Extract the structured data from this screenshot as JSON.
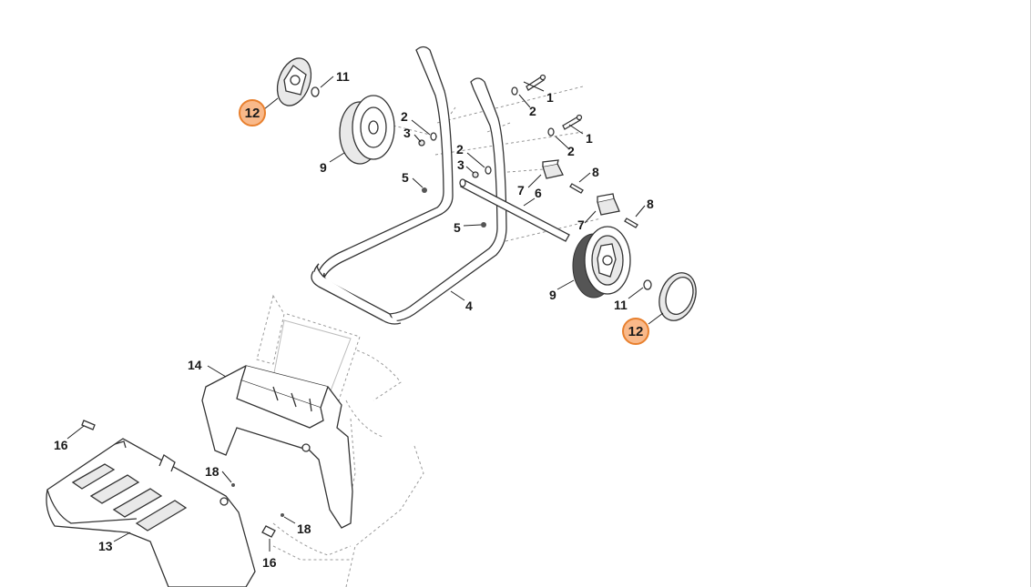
{
  "diagram": {
    "highlight_color": "#f9b98a",
    "highlight_border": "#e8802e",
    "callouts": [
      {
        "id": "c11a",
        "label": "11"
      },
      {
        "id": "c12a",
        "label": "12",
        "highlight": true
      },
      {
        "id": "c2a",
        "label": "2"
      },
      {
        "id": "c3a",
        "label": "3"
      },
      {
        "id": "c9a",
        "label": "9"
      },
      {
        "id": "c5a",
        "label": "5"
      },
      {
        "id": "c2b",
        "label": "2"
      },
      {
        "id": "c3b",
        "label": "3"
      },
      {
        "id": "c5b",
        "label": "5"
      },
      {
        "id": "c1a",
        "label": "1"
      },
      {
        "id": "c2c",
        "label": "2"
      },
      {
        "id": "c1b",
        "label": "1"
      },
      {
        "id": "c2d",
        "label": "2"
      },
      {
        "id": "c8a",
        "label": "8"
      },
      {
        "id": "c7a",
        "label": "7"
      },
      {
        "id": "c6",
        "label": "6"
      },
      {
        "id": "c8b",
        "label": "8"
      },
      {
        "id": "c7b",
        "label": "7"
      },
      {
        "id": "c9b",
        "label": "9"
      },
      {
        "id": "c11b",
        "label": "11"
      },
      {
        "id": "c12b",
        "label": "12",
        "highlight": true
      },
      {
        "id": "c4",
        "label": "4"
      },
      {
        "id": "c14",
        "label": "14"
      },
      {
        "id": "c16a",
        "label": "16"
      },
      {
        "id": "c18a",
        "label": "18"
      },
      {
        "id": "c13",
        "label": "13"
      },
      {
        "id": "c18b",
        "label": "18"
      },
      {
        "id": "c16b",
        "label": "16"
      }
    ]
  }
}
